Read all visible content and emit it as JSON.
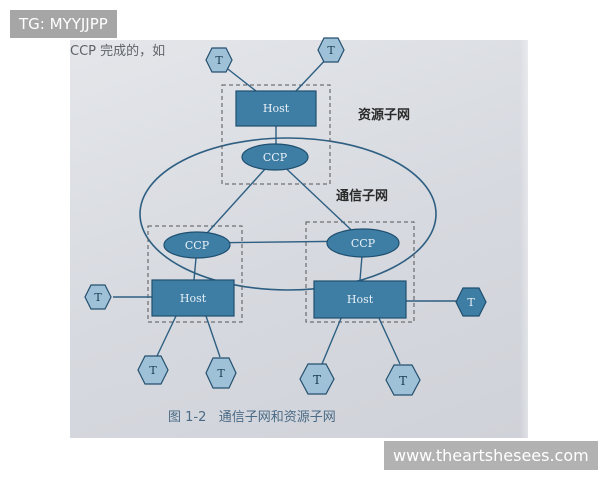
{
  "page_top_text": "CCP 完成的，如",
  "labels": {
    "resource_subnet": "资源子网",
    "comm_subnet": "通信子网",
    "caption": "图 1-2   通信子网和资源子网"
  },
  "nodes": {
    "host_label": "Host",
    "ccp_label": "CCP",
    "terminal_label": "T"
  },
  "watermarks": {
    "top_left": "TG: MYYJJPP",
    "bottom_right": "www.theartshesees.com"
  },
  "colors": {
    "node_fill": "#3f7ea4",
    "node_stroke": "#1f4f70",
    "line": "#2e5f82",
    "photo_bg": "#dcdfe4"
  }
}
